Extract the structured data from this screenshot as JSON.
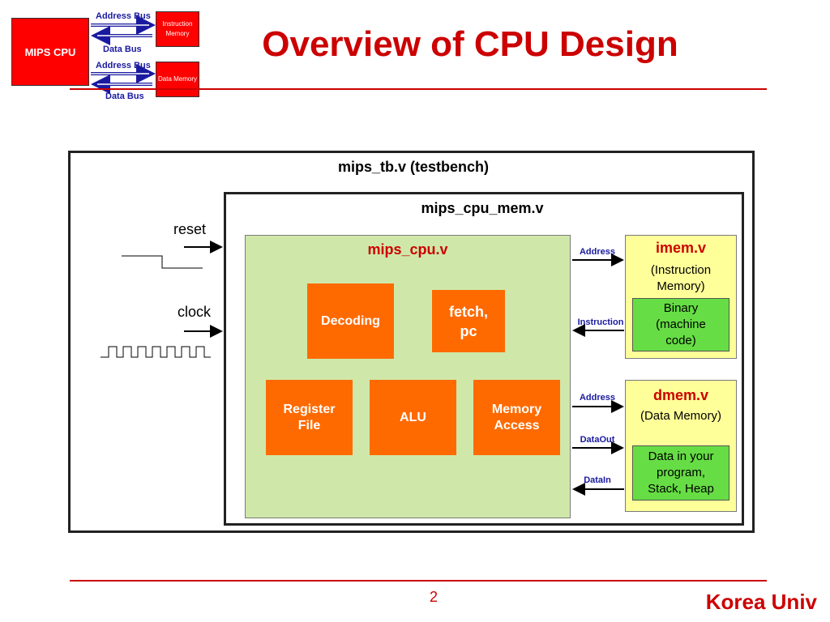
{
  "header": {
    "title": "Overview of CPU Design",
    "mini_diagram": {
      "cpu_label": "MIPS CPU",
      "imem_label": "Instruction Memory",
      "dmem_label": "Data Memory",
      "address_bus_1": "Address Bus",
      "data_bus_1": "Data Bus",
      "address_bus_2": "Address Bus",
      "data_bus_2": "Data Bus"
    }
  },
  "diagram": {
    "testbench_label": "mips_tb.v (testbench)",
    "cpu_mem_label": "mips_cpu_mem.v",
    "cpu": {
      "title": "mips_cpu.v",
      "blocks": {
        "decoding": "Decoding",
        "fetch": "fetch, pc",
        "register_file": "Register File",
        "alu": "ALU",
        "memory_access": "Memory Access"
      }
    },
    "inputs": {
      "reset": "reset",
      "clock": "clock"
    },
    "imem": {
      "title": "imem.v",
      "subtitle": "(Instruction Memory)",
      "content": "Binary (machine code)",
      "signals": {
        "address": "Address",
        "instruction": "Instruction"
      }
    },
    "dmem": {
      "title": "dmem.v",
      "subtitle": "(Data Memory)",
      "content": "Data in your program, Stack, Heap",
      "signals": {
        "address": "Address",
        "dataout": "DataOut",
        "datain": "DataIn"
      }
    }
  },
  "footer": {
    "page_number": "2",
    "brand": "Korea Univ"
  },
  "colors": {
    "accent_red": "#cc0000",
    "cpu_green": "#cfe8a9",
    "block_orange": "#ff6a00",
    "memory_yellow": "#ffff99",
    "content_green": "#66dd44",
    "bus_blue": "#1a1aa0"
  }
}
